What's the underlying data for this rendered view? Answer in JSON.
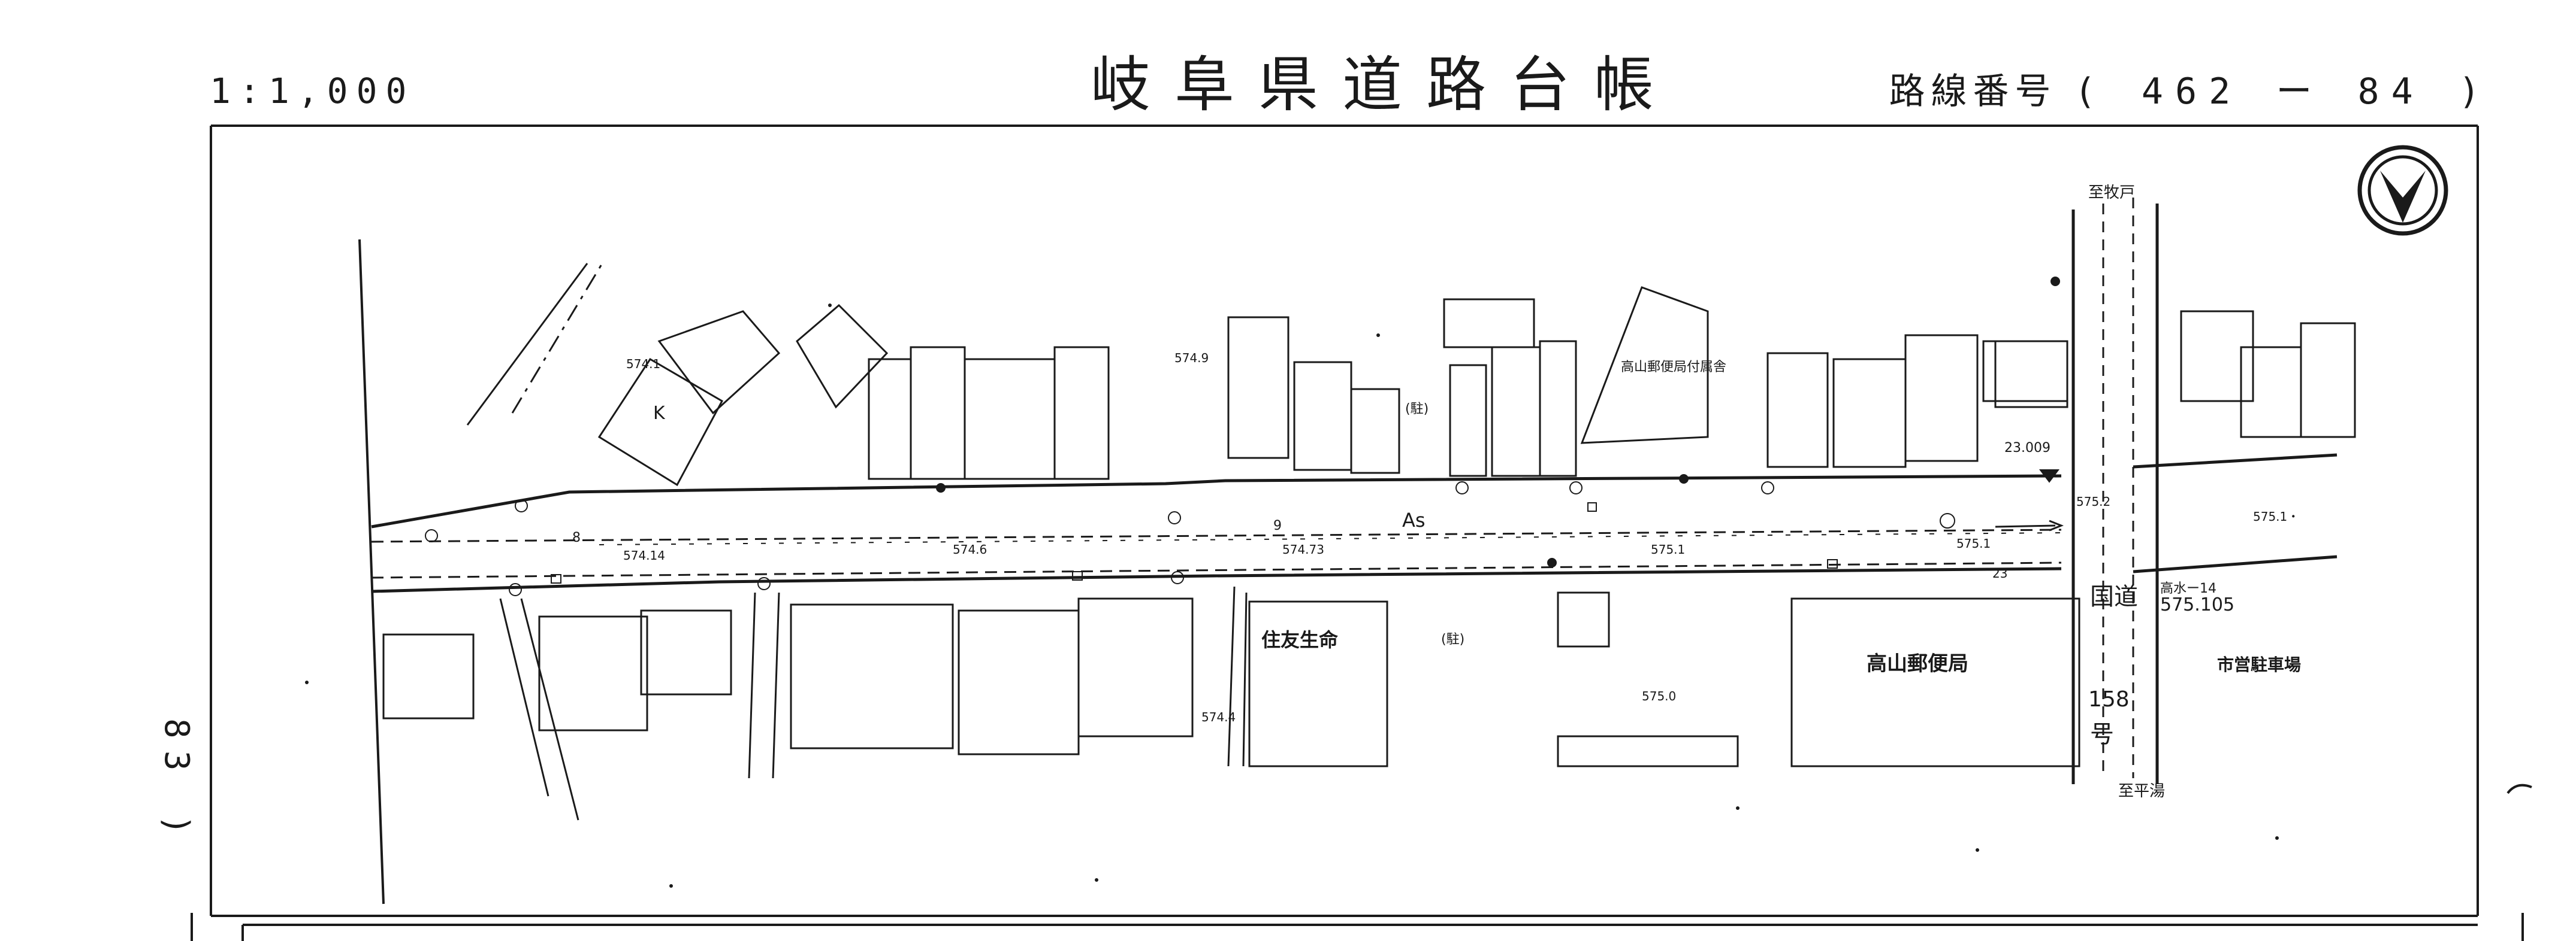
{
  "header": {
    "scale": "1:1,000",
    "title": "岐阜県道路台帳",
    "route_label": "路線番号",
    "route_number": "( 462 ー 84 )"
  },
  "side": {
    "prev_sheet": "83 )"
  },
  "map": {
    "buildings": [
      "高山郵便局付属舎",
      "住友生命",
      "高山郵便局",
      "市営駐車場",
      "K"
    ],
    "parking_marks": [
      "(駐)",
      "(駐)"
    ],
    "road_labels": [
      "As",
      "国道",
      "158",
      "号"
    ],
    "direction_north": "至牧戸",
    "direction_south": "至平湯",
    "elevations": [
      "574.1",
      "574.9",
      "574.14",
      "574.6",
      "574.73",
      "575.1",
      "575.1",
      "575.2",
      "575.1・",
      "574.4",
      "575.0",
      "23.009",
      "575.105"
    ],
    "markers": [
      "高水ー14",
      "9",
      "8",
      "23"
    ]
  }
}
